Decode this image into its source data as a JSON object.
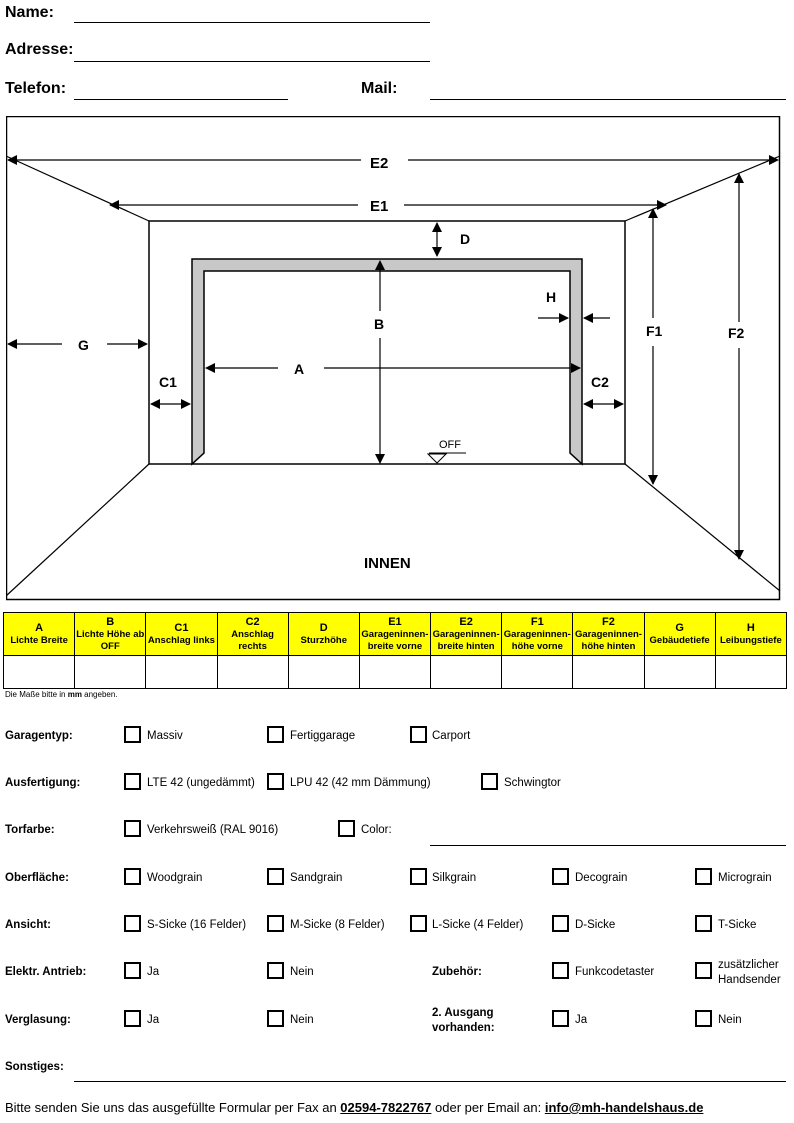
{
  "header": {
    "name_label": "Name:",
    "address_label": "Adresse:",
    "phone_label": "Telefon:",
    "mail_label": "Mail:"
  },
  "diagram": {
    "labels": {
      "E2": "E2",
      "E1": "E1",
      "D": "D",
      "B": "B",
      "H": "H",
      "G": "G",
      "F1": "F1",
      "F2": "F2",
      "C1": "C1",
      "A": "A",
      "C2": "C2",
      "OFF": "OFF",
      "INNEN": "INNEN"
    }
  },
  "table": {
    "columns": [
      {
        "code": "A",
        "desc": "Lichte Breite"
      },
      {
        "code": "B",
        "desc": "Lichte Höhe ab OFF"
      },
      {
        "code": "C1",
        "desc": "Anschlag links"
      },
      {
        "code": "C2",
        "desc": "Anschlag rechts"
      },
      {
        "code": "D",
        "desc": "Sturzhöhe"
      },
      {
        "code": "E1",
        "desc": "Garageninnen-breite vorne"
      },
      {
        "code": "E2",
        "desc": "Garageninnen-breite hinten"
      },
      {
        "code": "F1",
        "desc": "Garageninnen-höhe vorne"
      },
      {
        "code": "F2",
        "desc": "Garageninnen-höhe hinten"
      },
      {
        "code": "G",
        "desc": "Gebäudetiefe"
      },
      {
        "code": "H",
        "desc": "Leibungstiefe"
      }
    ],
    "note_pre": "Die Maße bitte in ",
    "note_unit": "mm",
    "note_post": " angeben."
  },
  "form": {
    "garagentyp": {
      "label": "Garagentyp:",
      "options": [
        "Massiv",
        "Fertiggarage",
        "Carport"
      ]
    },
    "ausfertigung": {
      "label": "Ausfertigung:",
      "options": [
        "LTE 42 (ungedämmt)",
        "LPU 42 (42 mm Dämmung)",
        "Schwingtor"
      ]
    },
    "torfarbe": {
      "label": "Torfarbe:",
      "options": [
        "Verkehrsweiß (RAL 9016)",
        "Color:"
      ]
    },
    "oberflaeche": {
      "label": "Oberfläche:",
      "options": [
        "Woodgrain",
        "Sandgrain",
        "Silkgrain",
        "Decograin",
        "Micrograin"
      ]
    },
    "ansicht": {
      "label": "Ansicht:",
      "options": [
        "S-Sicke (16 Felder)",
        "M-Sicke (8 Felder)",
        "L-Sicke (4 Felder)",
        "D-Sicke",
        "T-Sicke"
      ]
    },
    "antrieb": {
      "label": "Elektr. Antrieb:",
      "options": [
        "Ja",
        "Nein"
      ]
    },
    "zubehoer": {
      "label": "Zubehör:",
      "options": [
        "Funkcodetaster",
        "zusätzlicher Handsender"
      ]
    },
    "verglasung": {
      "label": "Verglasung:",
      "options": [
        "Ja",
        "Nein"
      ]
    },
    "ausgang": {
      "label_line1": "2. Ausgang",
      "label_line2": "vorhanden:",
      "options": [
        "Ja",
        "Nein"
      ]
    },
    "sonstiges": {
      "label": "Sonstiges:"
    }
  },
  "footer": {
    "text_pre": "Bitte senden Sie uns das ausgefüllte Formular per Fax an ",
    "fax": "02594-7822767",
    "text_mid": " oder per Email an: ",
    "email": "info@mh-handelshaus.de"
  }
}
